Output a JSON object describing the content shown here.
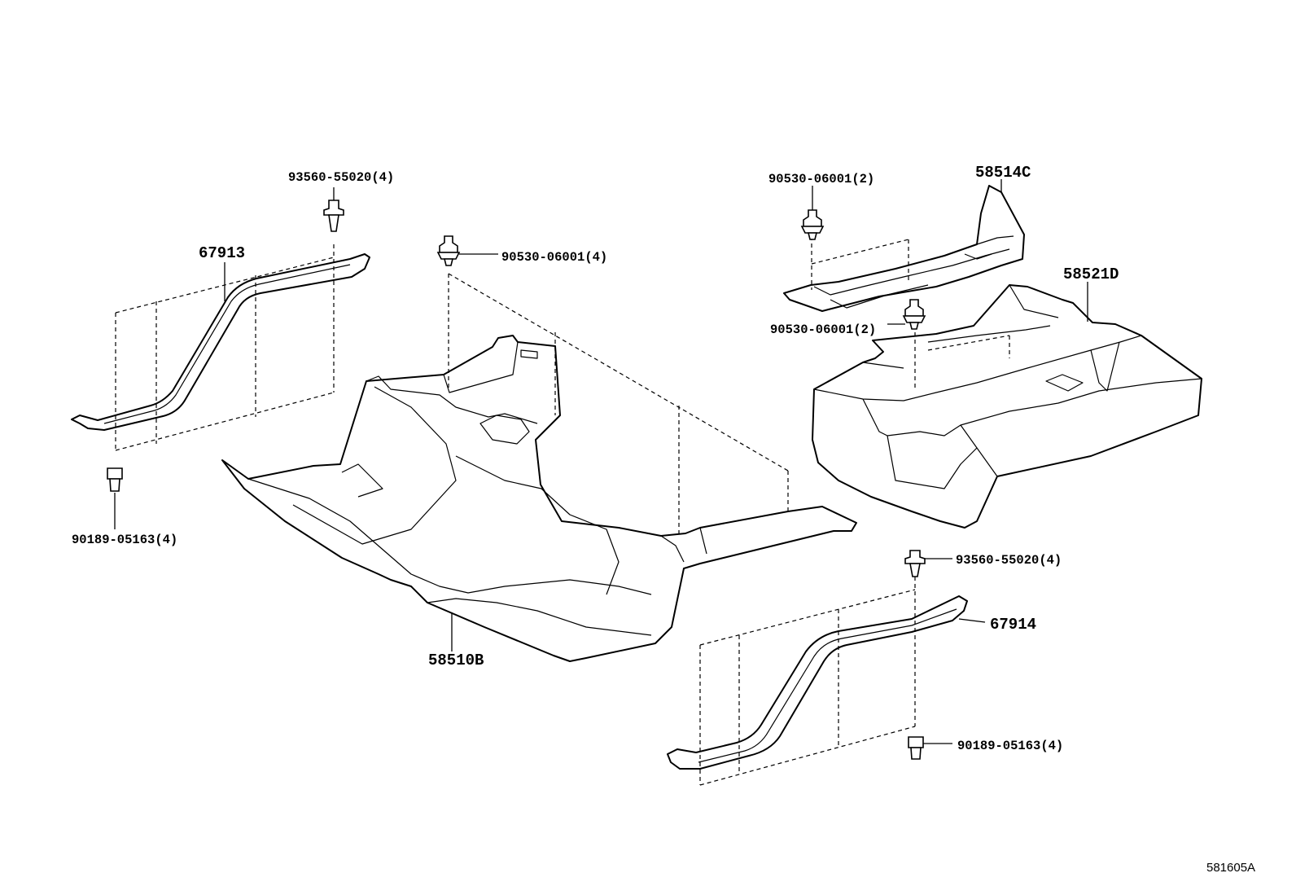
{
  "parts": {
    "p58510B": "58510B",
    "p58514C": "58514C",
    "p58521D": "58521D",
    "p67913": "67913",
    "p67914": "67914"
  },
  "fasteners": {
    "f_93560_top_left": "93560-55020(4)",
    "f_90530_center": "90530-06001(4)",
    "f_90189_left": "90189-05163(4)",
    "f_90530_right_top": "90530-06001(2)",
    "f_90530_right_mid": "90530-06001(2)",
    "f_93560_right": "93560-55020(4)",
    "f_90189_right": "90189-05163(4)"
  },
  "reference_code": "581605A"
}
